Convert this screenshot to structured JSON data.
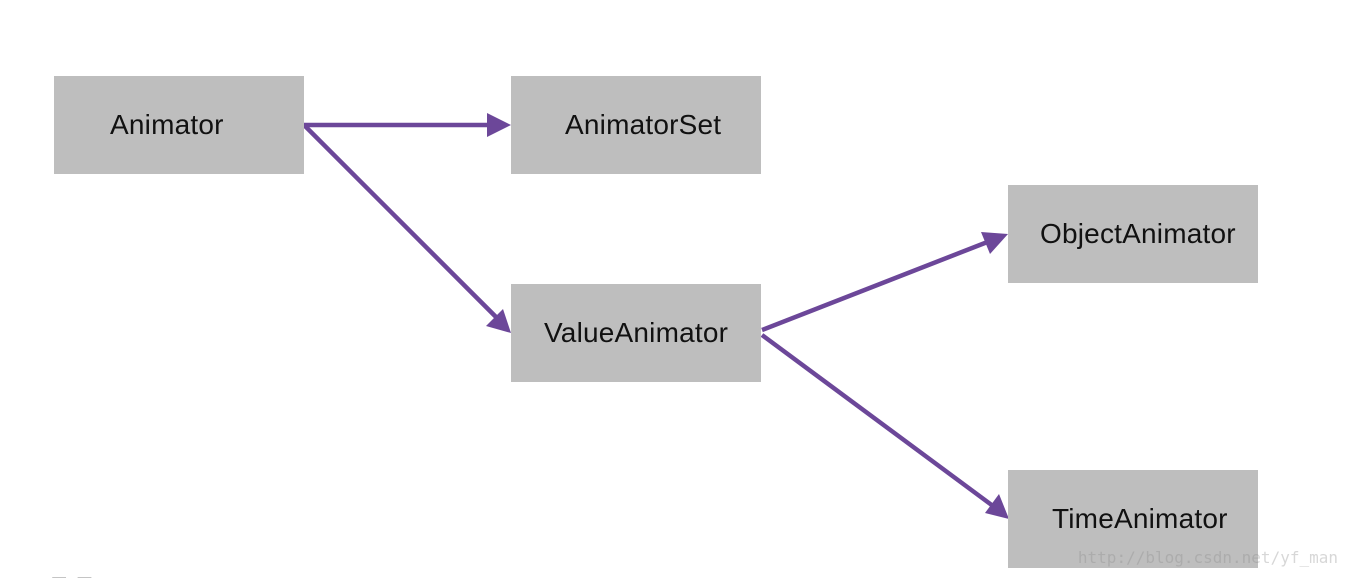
{
  "diagram": {
    "nodes": [
      {
        "id": "node-animator",
        "label": "Animator"
      },
      {
        "id": "node-animatorset",
        "label": "AnimatorSet"
      },
      {
        "id": "node-valueanimator",
        "label": "ValueAnimator"
      },
      {
        "id": "node-objectanimator",
        "label": "ObjectAnimator"
      },
      {
        "id": "node-timeanimator",
        "label": "TimeAnimator"
      }
    ],
    "edges": [
      {
        "from": "Animator",
        "to": "AnimatorSet"
      },
      {
        "from": "Animator",
        "to": "ValueAnimator"
      },
      {
        "from": "ValueAnimator",
        "to": "ObjectAnimator"
      },
      {
        "from": "ValueAnimator",
        "to": "TimeAnimator"
      }
    ],
    "colors": {
      "node_fill": "#bebebe",
      "edge": "#6c4799",
      "text": "#111111"
    }
  },
  "watermark": "http://blog.csdn.net/yf_man"
}
